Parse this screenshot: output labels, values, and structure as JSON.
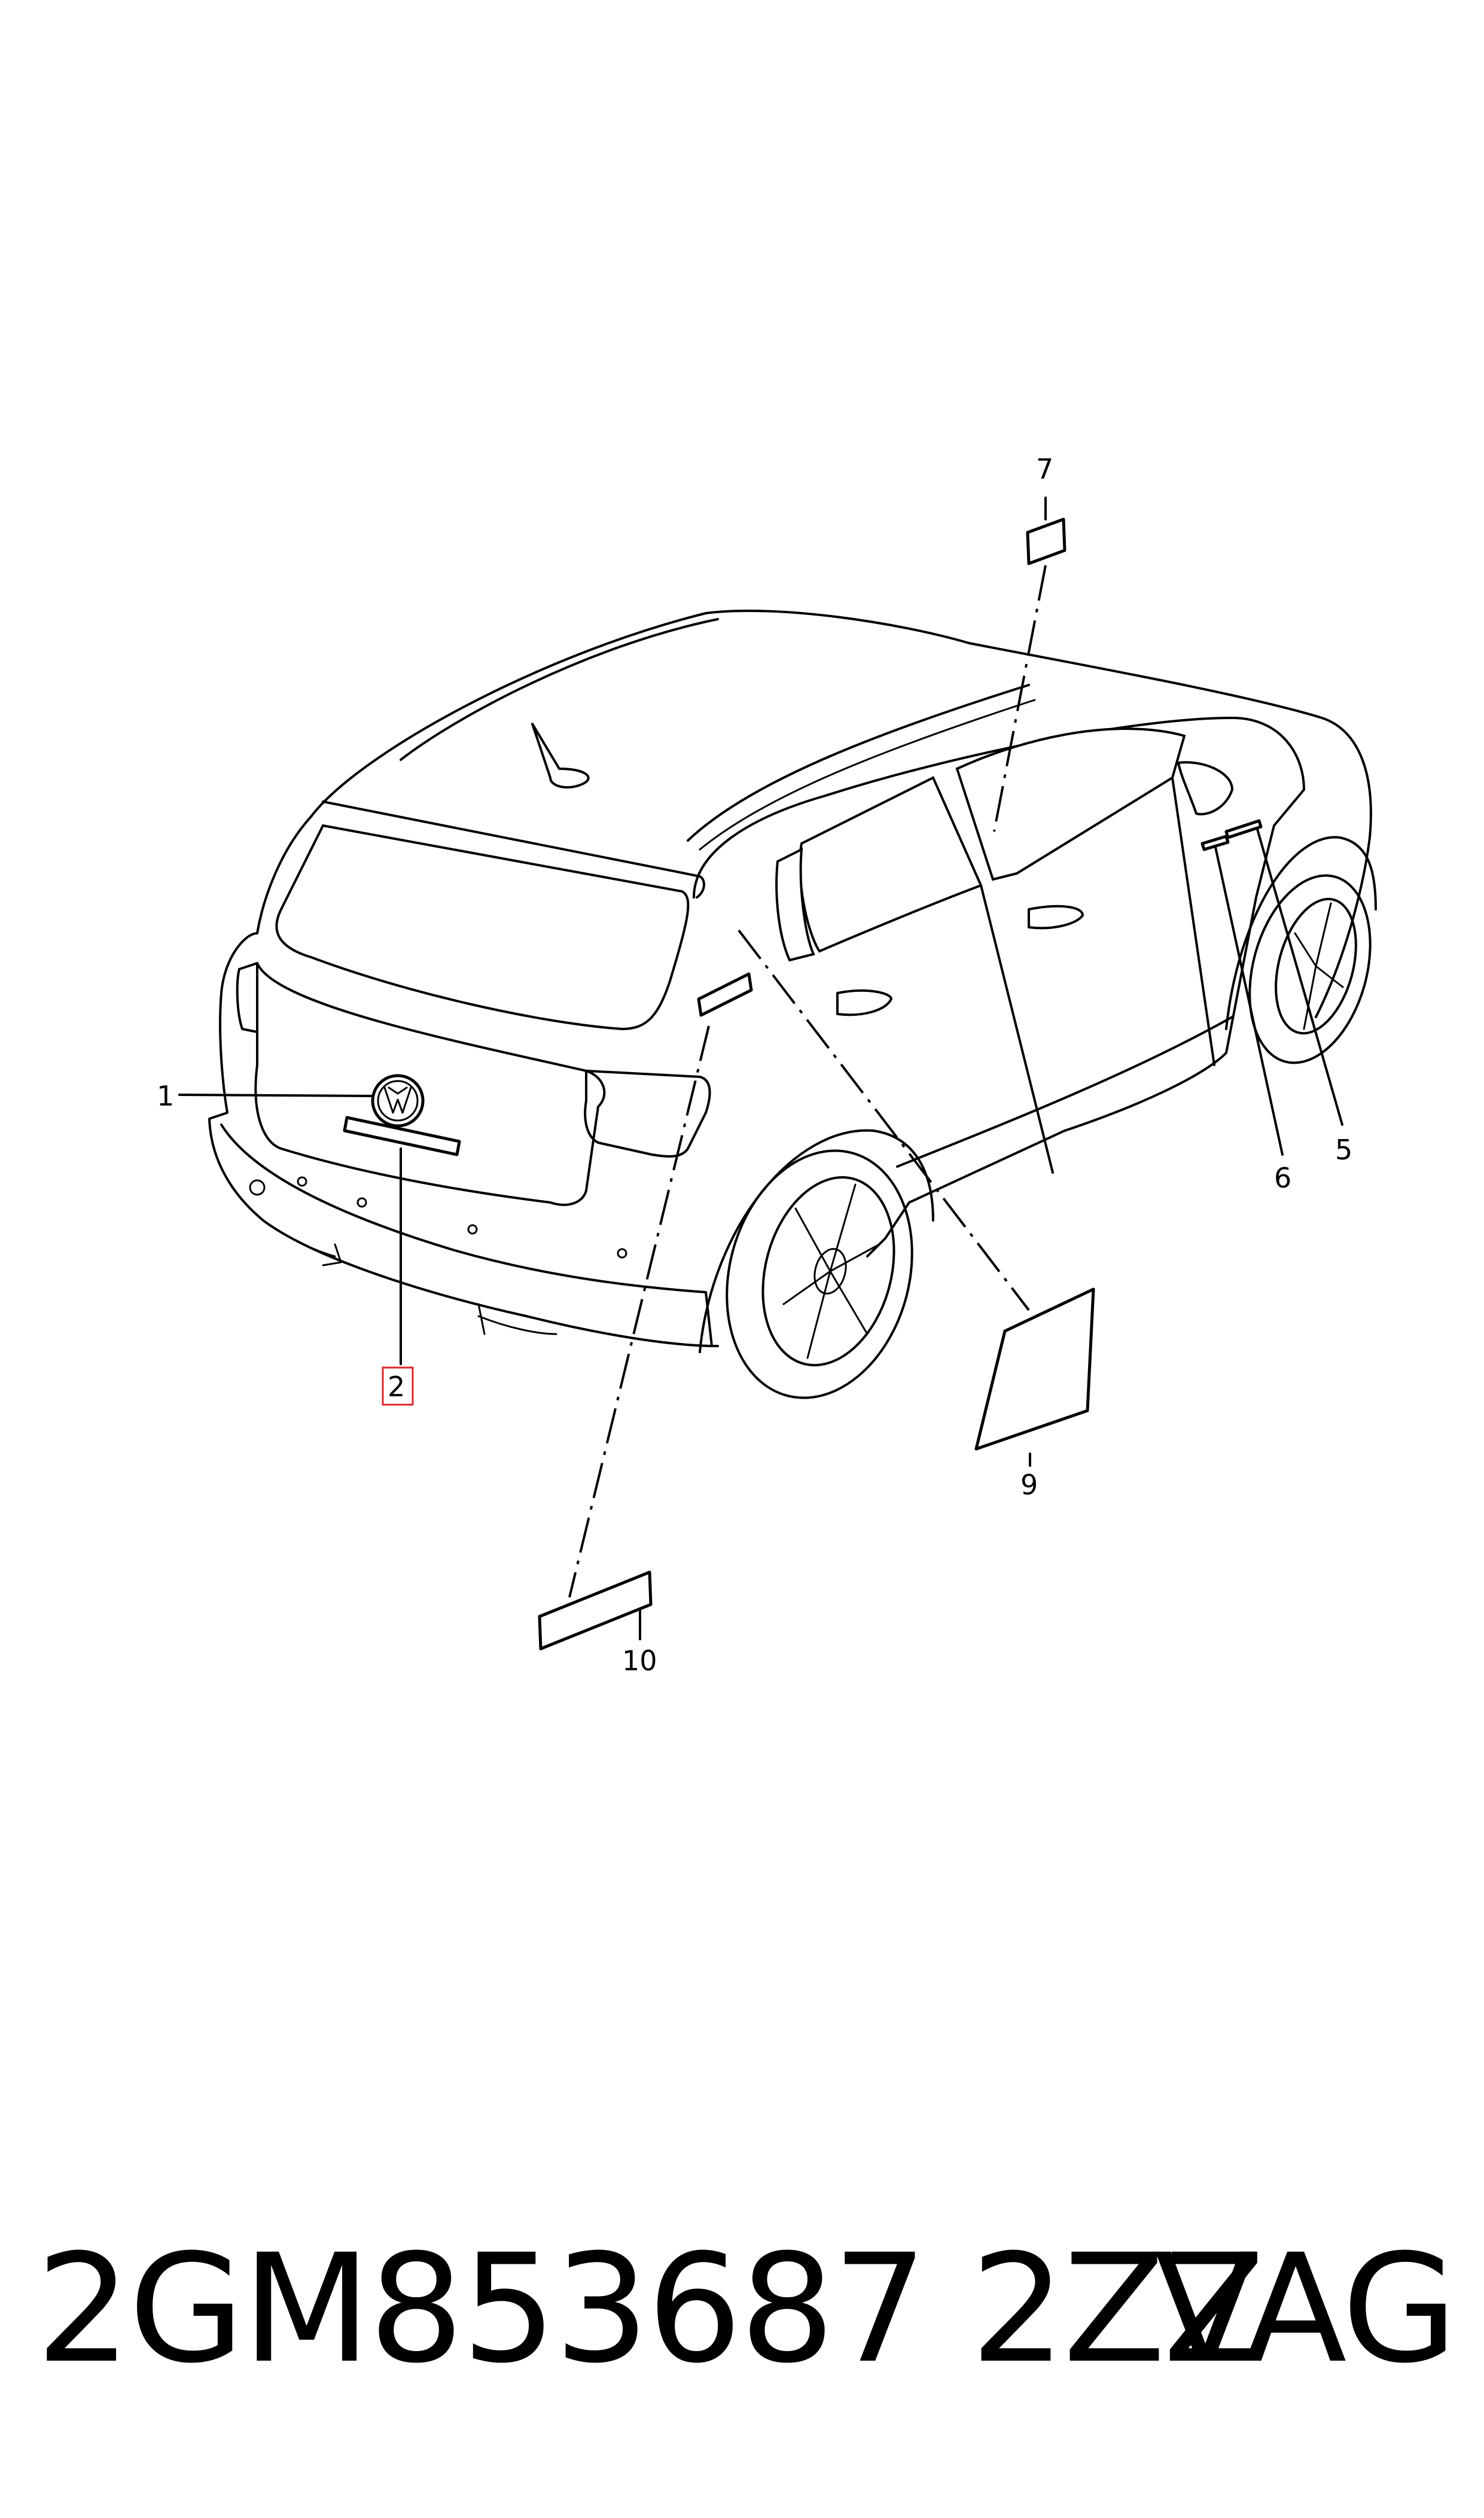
{
  "callouts": {
    "c1": "1",
    "c2": "2",
    "c5": "5",
    "c6": "6",
    "c7": "7",
    "c9": "9",
    "c10": "10"
  },
  "highlighted_callout": "2",
  "highlight_color": "#e0262a",
  "footer": {
    "part_number": "2GM853687 2ZZ",
    "brand": "VAG"
  }
}
